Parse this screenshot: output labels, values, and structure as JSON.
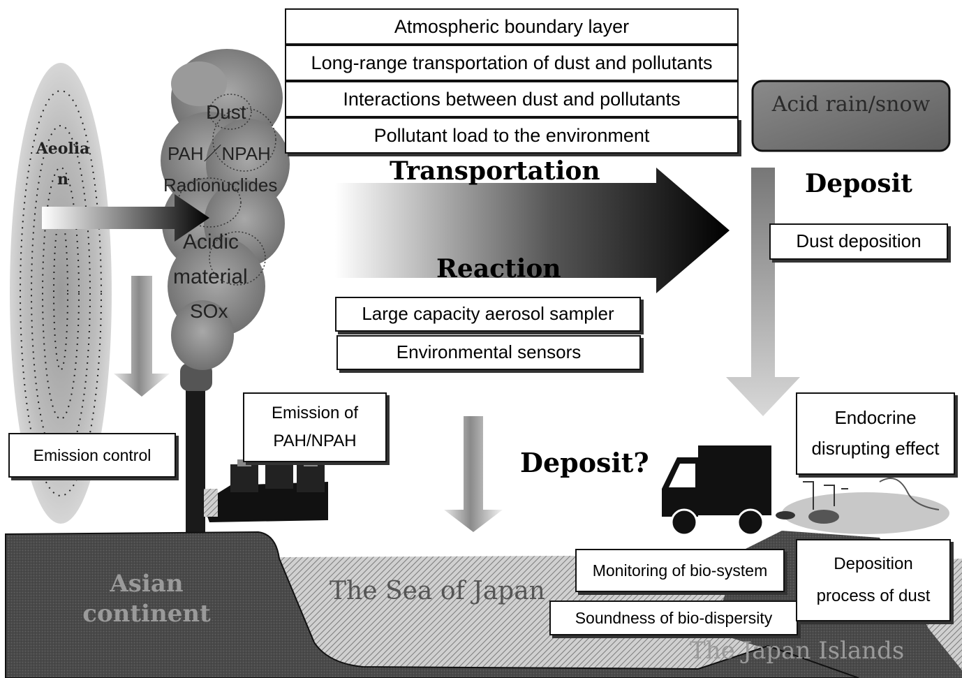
{
  "top_stack": [
    "Atmospheric boundary layer",
    "Long-range transportation of dust and pollutants",
    "Interactions between dust and pollutants",
    "Pollutant load to the environment"
  ],
  "aeolian": {
    "line1": "Aeolia",
    "line2": "n"
  },
  "plume": {
    "dust": "Dust",
    "pah": "PAH／NPAH",
    "radio": "Radionuclides",
    "acidic": "Acidic",
    "material": "material",
    "sox": "SOx"
  },
  "headings": {
    "transportation": "Transportation",
    "reaction": "Reaction",
    "deposit": "Deposit",
    "deposit_q": "Deposit?"
  },
  "acid_rain": "Acid rain/snow",
  "boxes": {
    "dust_deposition": "Dust deposition",
    "sampler": "Large capacity aerosol sampler",
    "sensors": "Environmental sensors",
    "emission_control": "Emission control",
    "emission_of": "Emission of",
    "emission_pah": "PAH/NPAH",
    "endocrine_1": "Endocrine",
    "endocrine_2": "disrupting effect",
    "monitoring": "Monitoring of bio-system",
    "soundness": "Soundness of bio-dispersity",
    "deposition_process_1": "Deposition",
    "deposition_process_2": "process of dust"
  },
  "regions": {
    "asian_1": "Asian",
    "asian_2": "continent",
    "sea": "The Sea of Japan",
    "japan": "The Japan Islands"
  }
}
